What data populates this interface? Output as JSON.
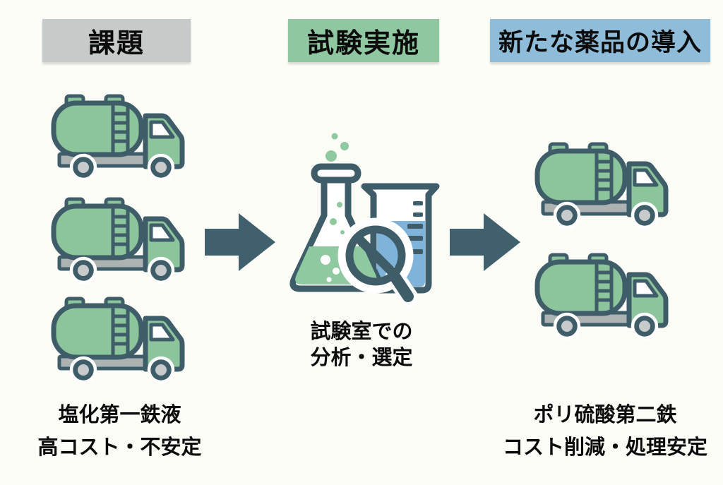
{
  "diagram": {
    "columns": {
      "challenge": {
        "header": "課題",
        "truck_count": 3,
        "caption": [
          "塩化第一鉄液",
          "高コスト・不安定"
        ]
      },
      "testing": {
        "header": "試験実施",
        "caption": [
          "試験室での",
          "分析・選定"
        ]
      },
      "adoption": {
        "header": "新たな薬品の導入",
        "truck_count": 2,
        "caption": [
          "ポリ硫酸第二鉄",
          "コスト削減・処理安定"
        ]
      }
    },
    "flow": [
      "challenge",
      "testing",
      "adoption"
    ]
  },
  "icons": {
    "truck": "tanker-truck-icon",
    "lab": "flask-beaker-magnifier-icon",
    "arrow": "right-arrow-icon"
  },
  "colors": {
    "background": "#fdfdf8",
    "text": "#0c0c0c",
    "header_challenge_bg": "#c6cac9",
    "header_testing_bg": "#8fc7a0",
    "header_adoption_bg": "#8fbcd9",
    "arrow": "#40606e",
    "truck_body": "#8cc49c",
    "truck_outline": "#3e5d68",
    "truck_chassis": "#adb2b2",
    "truck_window": "#ffffff",
    "wheel_hub": "#c7cbcb",
    "flask_liquid": "#8fc9a0",
    "beaker_liquid": "#7fb3d9"
  }
}
